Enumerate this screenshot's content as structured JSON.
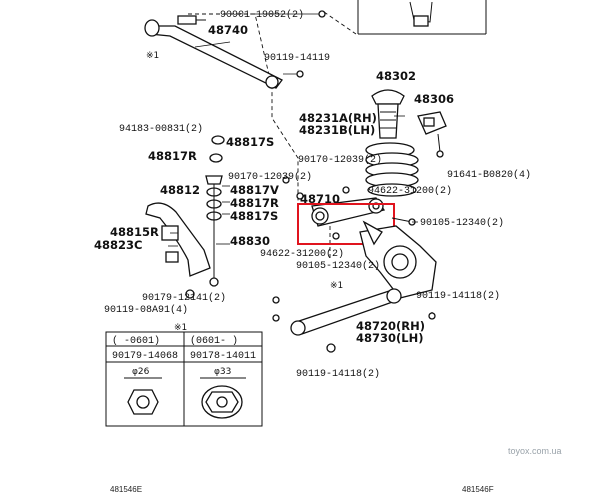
{
  "labels": {
    "l_90901_19052": "90901-19052(2)",
    "l_48740": "48740",
    "l_90119_14119": "90119-14119",
    "l_48302": "48302",
    "l_48306": "48306",
    "l_48231a": "48231A(RH)",
    "l_48231b": "48231B(LH)",
    "l_94183": "94183-00831(2)",
    "l_48817s_a": "48817S",
    "l_48817r_a": "48817R",
    "l_90170_a": "90170-12039(2)",
    "l_91641": "91641-B0820(4)",
    "l_90170_b": "90170-12039(2)",
    "l_48812": "48812",
    "l_48817v": "48817V",
    "l_48817r_b": "48817R",
    "l_48817s_b": "48817S",
    "l_94622_a": "94622-31200(2)",
    "l_48710": "48710",
    "l_90105_a": "90105-12340(2)",
    "l_48815r": "48815R",
    "l_48823c": "48823C",
    "l_48830": "48830",
    "l_94622_b": "94622-31200(2)",
    "l_90105_b": "90105-12340(2)",
    "l_90179": "90179-12141(2)",
    "l_90119_08a91": "90119-08A91(4)",
    "l_90119_14118_a": "90119-14118(2)",
    "l_48720": "48720(RH)",
    "l_48730": "48730(LH)",
    "l_90119_14118_b": "90119-14118(2)",
    "note_mark": "※1",
    "table_h1": "(     -0601)",
    "table_h2": "(0601-     )",
    "table_p1": "90179-14068",
    "table_p2": "90178-14011",
    "table_d1": "φ26",
    "table_d2": "φ33",
    "footer_left": "481546E",
    "footer_right": "481546F",
    "watermark": "toyox.com.ua"
  },
  "colors": {
    "highlight": "#e0141e",
    "ink": "#111111",
    "watermark": "#9aa3aa"
  }
}
